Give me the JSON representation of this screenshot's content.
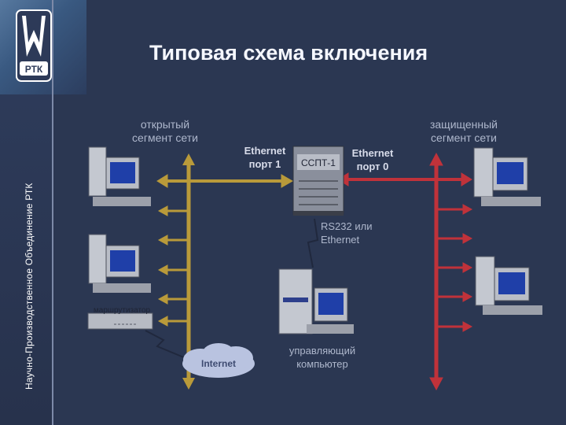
{
  "sidebar": {
    "logo_text": "РТК",
    "vertical_text": "Научно-Производственное Объединение РТК"
  },
  "title": "Типовая схема включения",
  "diagram": {
    "open_segment": "открытый\nсегмент сети",
    "protected_segment": "защищенный\nсегмент сети",
    "eth_port1": "Ethernet\nпорт 1",
    "eth_port0": "Ethernet\nпорт 0",
    "device_label": "ССПТ-1",
    "rs232_label": "RS232 или\nEthernet",
    "router_label": "маршрутизатор",
    "internet_label": "Internet",
    "control_computer": "управляющий\nкомпьютер"
  },
  "colors": {
    "open_bus": "#b99a3a",
    "protected_bus": "#c0323a",
    "background": "#2b3752"
  }
}
